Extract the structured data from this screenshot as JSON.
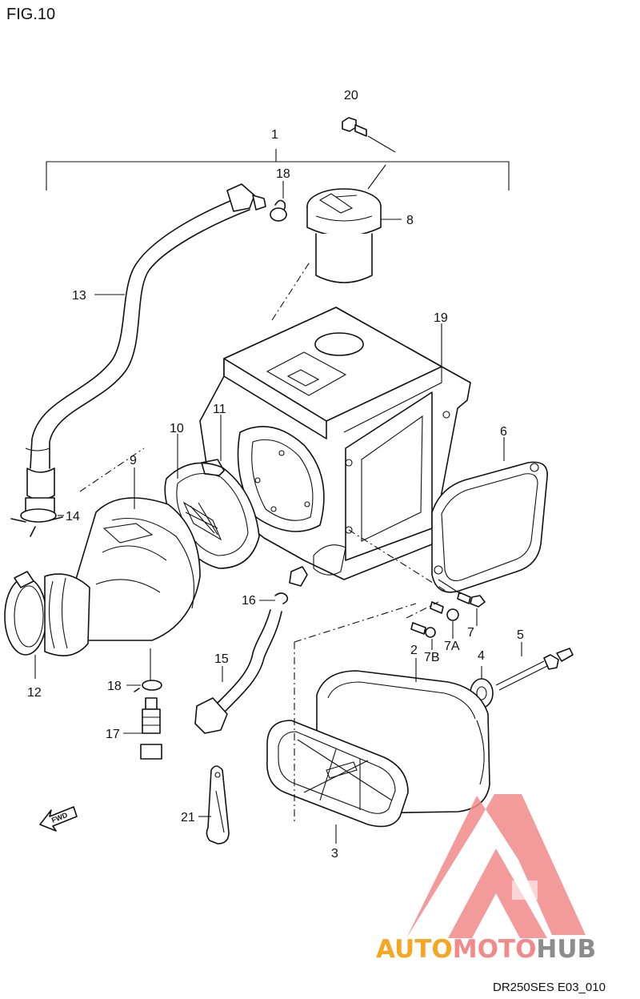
{
  "figure": {
    "title": "FIG.10",
    "code": "DR250SES E03_010",
    "fwd_label": "FWD"
  },
  "callouts": [
    {
      "id": "c1",
      "label": "1"
    },
    {
      "id": "c20",
      "label": "20"
    },
    {
      "id": "c18a",
      "label": "18"
    },
    {
      "id": "c8",
      "label": "8"
    },
    {
      "id": "c13",
      "label": "13"
    },
    {
      "id": "c19",
      "label": "19"
    },
    {
      "id": "c10",
      "label": "10"
    },
    {
      "id": "c11",
      "label": "11"
    },
    {
      "id": "c6",
      "label": "6"
    },
    {
      "id": "c9",
      "label": "9"
    },
    {
      "id": "c14",
      "label": "14"
    },
    {
      "id": "c16",
      "label": "16"
    },
    {
      "id": "c7",
      "label": "7"
    },
    {
      "id": "c2",
      "label": "2"
    },
    {
      "id": "c7b",
      "label": "7B"
    },
    {
      "id": "c7a",
      "label": "7A"
    },
    {
      "id": "c5",
      "label": "5"
    },
    {
      "id": "c4",
      "label": "4"
    },
    {
      "id": "c15",
      "label": "15"
    },
    {
      "id": "c12",
      "label": "12"
    },
    {
      "id": "c18b",
      "label": "18"
    },
    {
      "id": "c17",
      "label": "17"
    },
    {
      "id": "c21",
      "label": "21"
    },
    {
      "id": "c3",
      "label": "3"
    }
  ],
  "watermark": {
    "part1": "AUTO",
    "part2": "MOTO",
    "part3": "HUB",
    "color_orange": "#f5a623",
    "color_red": "#f28a8a",
    "color_gray": "#8c8c8c"
  }
}
